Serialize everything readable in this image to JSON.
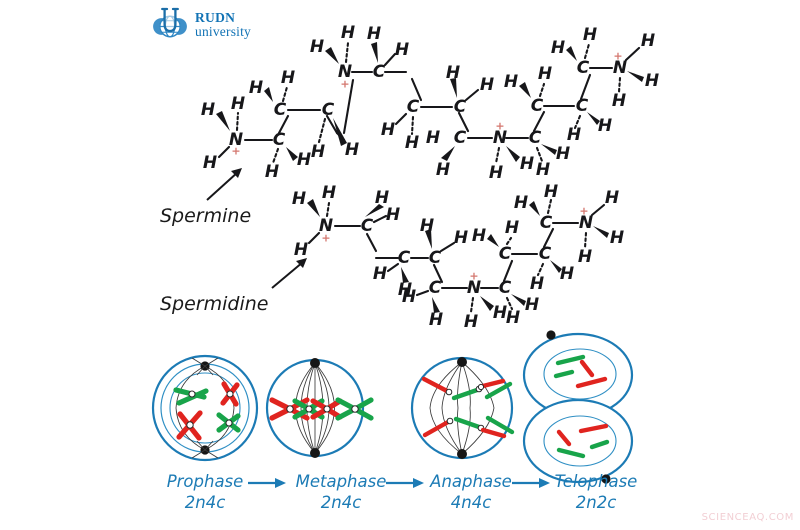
{
  "logo": {
    "icon": "rudn-flask-globe-logo",
    "line1": "RUDN",
    "line2": "university",
    "color": "#1273b5"
  },
  "molecules": [
    {
      "id": "spermine",
      "label": "Spermine",
      "formula_atoms": [
        "H",
        "H",
        "H",
        "N",
        "+",
        "C",
        "H",
        "H",
        "C",
        "H",
        "H",
        "C",
        "H",
        "H",
        "N",
        "+",
        "H",
        "H",
        "C",
        "H",
        "H",
        "C",
        "H",
        "H",
        "C",
        "H",
        "H",
        "N",
        "+",
        "H",
        "H",
        "C",
        "H",
        "H",
        "C",
        "H",
        "H",
        "C",
        "H",
        "H",
        "N",
        "+",
        "H",
        "H",
        "H"
      ],
      "backbone": "H3N+-CH2-CH2-CH2-N+H2-CH2-CH2-CH2-CH2-N+H2-CH2-CH2-CH2-N+H3",
      "charges": 4,
      "charge_symbol": "+",
      "charge_color": "#d4776f"
    },
    {
      "id": "spermidine",
      "label": "Spermidine",
      "backbone": "H3N+-CH2-CH2-CH2-CH2-N+H2-CH2-CH2-CH2-N+H3",
      "charges": 3,
      "charge_symbol": "+",
      "charge_color": "#d4776f"
    }
  ],
  "mitosis": {
    "accent_color": "#1c7bb5",
    "chromosome_colors": {
      "maternal": "#e0241f",
      "paternal": "#18a44a"
    },
    "phases": [
      {
        "name": "Prophase",
        "ploidy": "2n4c",
        "diagram": "prophase-cell"
      },
      {
        "name": "Metaphase",
        "ploidy": "2n4c",
        "diagram": "metaphase-cell"
      },
      {
        "name": "Anaphase",
        "ploidy": "4n4c",
        "diagram": "anaphase-cell"
      },
      {
        "name": "Telophase",
        "ploidy": "2n2c",
        "diagram": "telophase-cell"
      }
    ],
    "flow_arrows": 3
  },
  "watermark": {
    "text": "SCIENCEAQ.COM",
    "color": "#f2cfd4"
  }
}
